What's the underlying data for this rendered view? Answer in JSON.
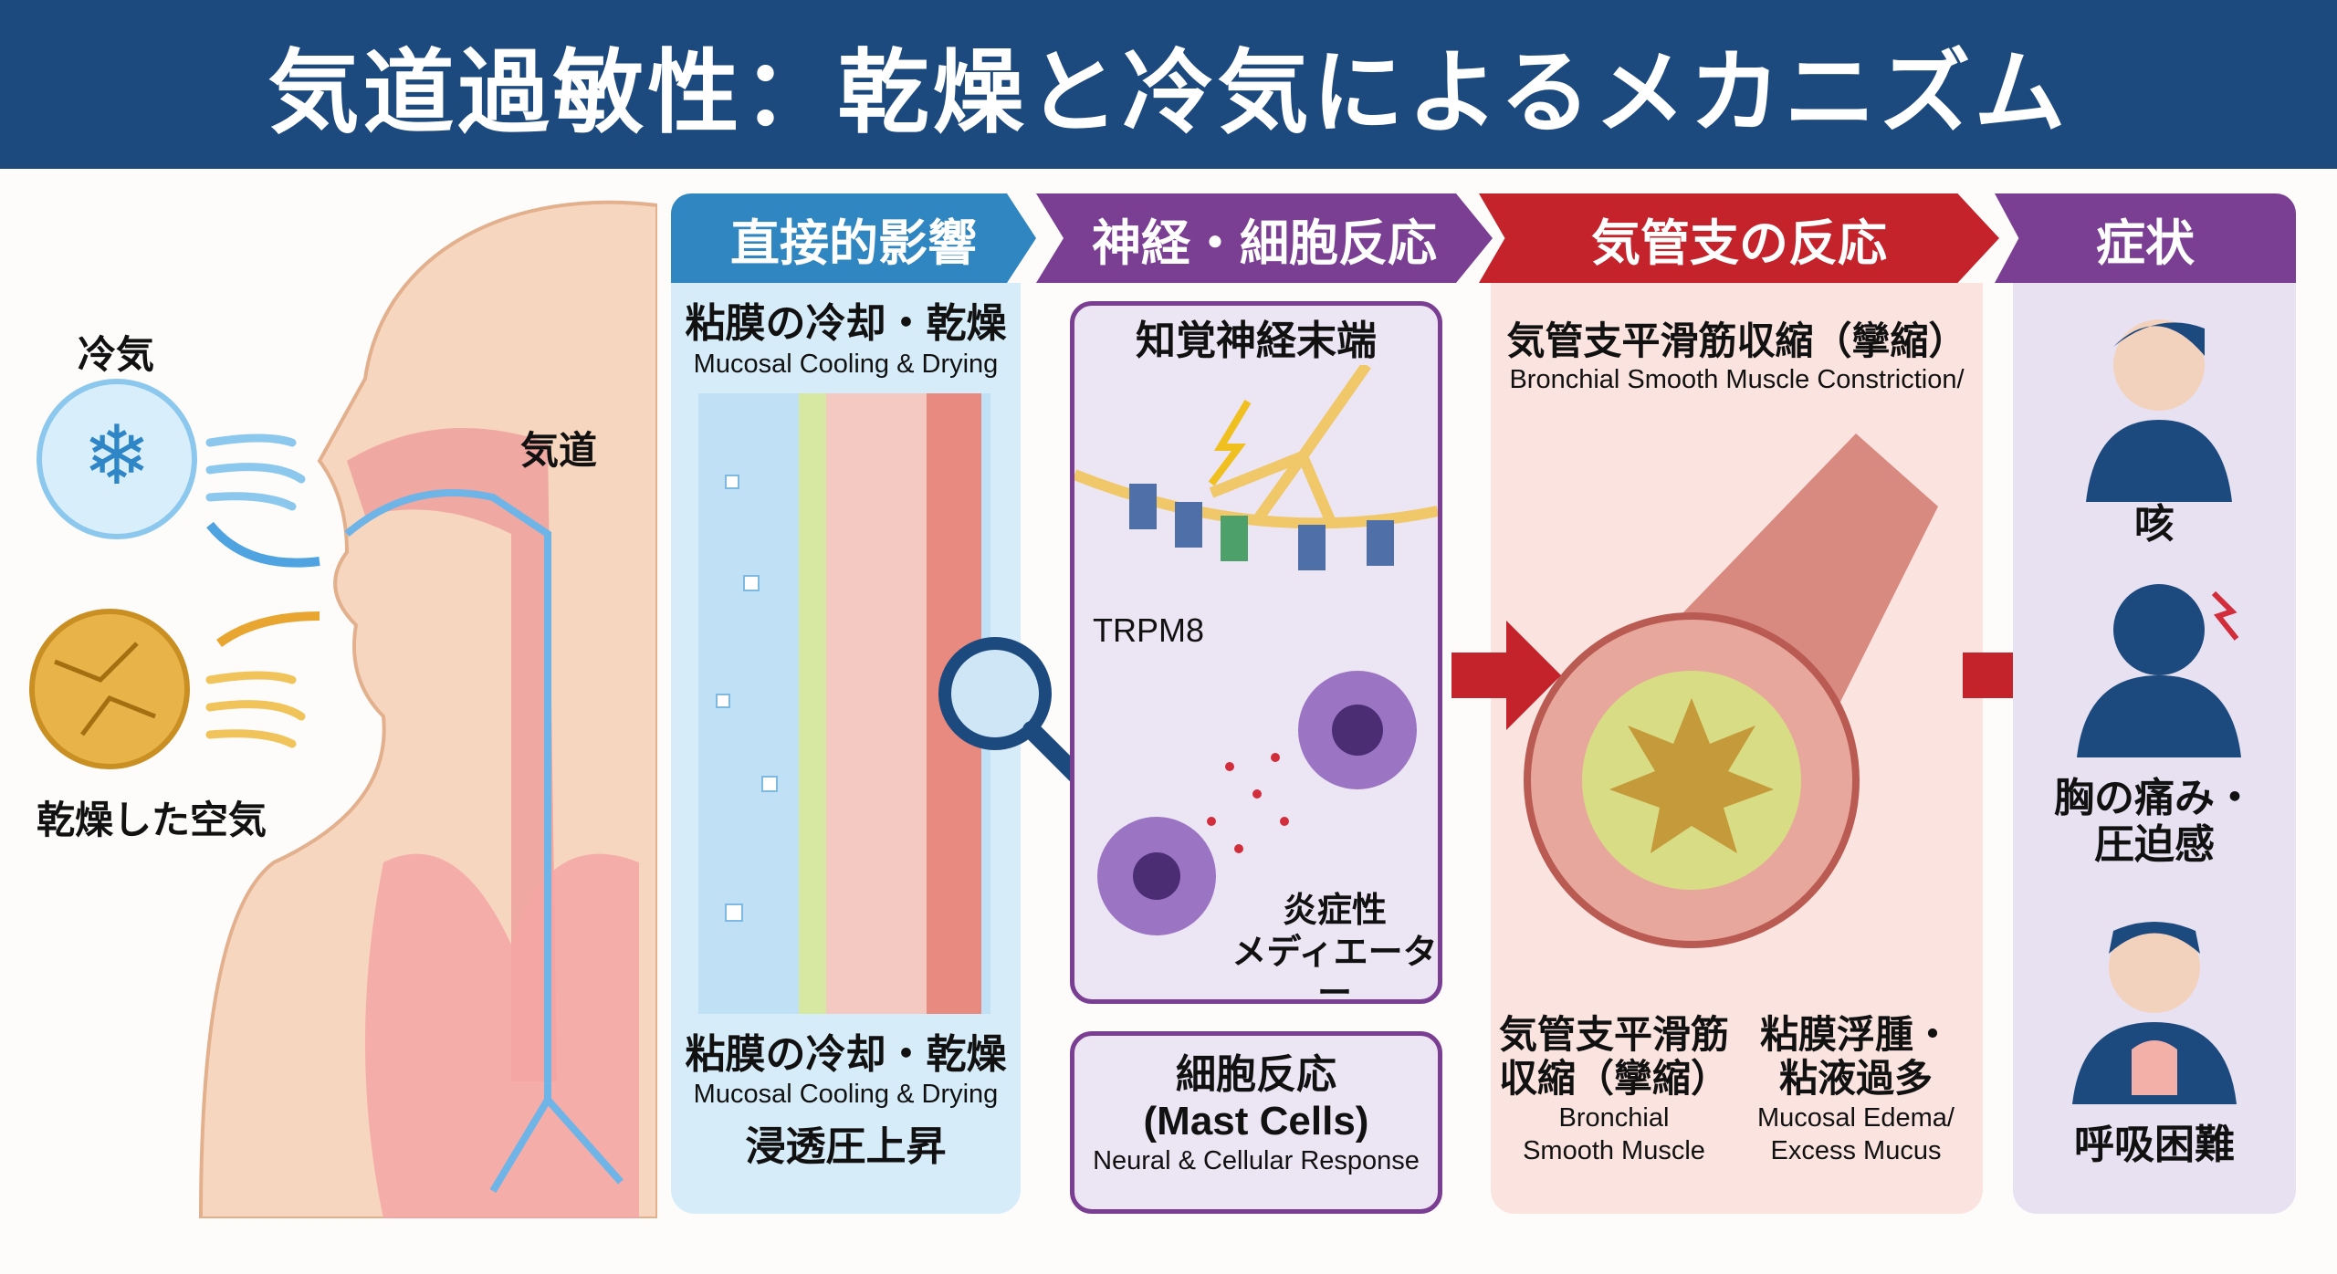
{
  "title": "気道過敏性：乾燥と冷気によるメカニズム",
  "left": {
    "cold_air": "冷気",
    "dry_air": "乾燥した空気",
    "airway": "気道"
  },
  "columns": [
    {
      "header": "直接的影響",
      "color": "#2f86c0",
      "top_jp": "粘膜の冷却・乾燥",
      "top_en": "Mucosal Cooling & Drying",
      "bottom_jp": "粘膜の冷却・乾燥",
      "bottom_en": "Mucosal Cooling & Drying",
      "bottom_extra": "浸透圧上昇"
    },
    {
      "header": "神経・細胞反応",
      "color": "#7a3e93",
      "nerve_label": "知覚神経末端",
      "receptor_label": "TRPM8",
      "mediator_label1": "炎症性",
      "mediator_label2": "メディエーター",
      "callout_jp": "細胞反応",
      "callout_en1": "(Mast Cells)",
      "callout_en2": "Neural & Cellular Response"
    },
    {
      "header": "気管支の反応",
      "color": "#c4232b",
      "top_jp": "気管支平滑筋収縮（攣縮）",
      "top_en": "Bronchial Smooth Muscle Constriction/",
      "left_jp1": "気管支平滑筋",
      "left_jp2": "収縮（攣縮）",
      "left_en1": "Bronchial",
      "left_en2": "Smooth Muscle",
      "right_jp1": "粘膜浮腫・",
      "right_jp2": "粘液過多",
      "right_en1": "Mucosal Edema/",
      "right_en2": "Excess Mucus"
    },
    {
      "header": "症状",
      "color": "#7a3e93",
      "symptoms": [
        "咳",
        "胸の痛み・",
        "圧迫感",
        "呼吸困難"
      ]
    }
  ]
}
